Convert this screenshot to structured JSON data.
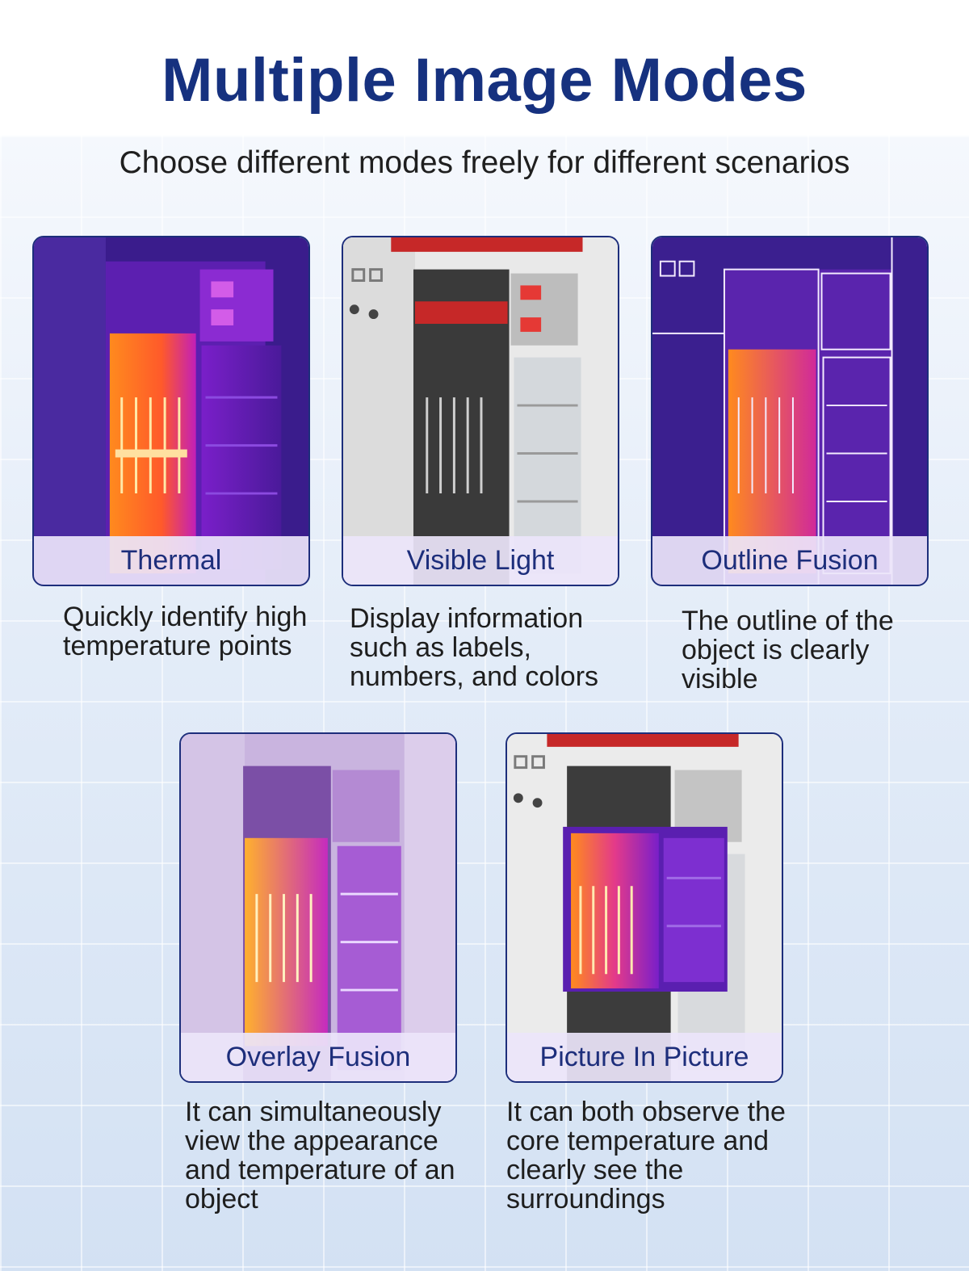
{
  "page": {
    "title": "Multiple Image Modes",
    "subtitle": "Choose different modes freely for different scenarios"
  },
  "modes": [
    {
      "label": "Thermal",
      "description": "Quickly identify high temperature points"
    },
    {
      "label": "Visible Light",
      "description": "Display information such as labels, numbers, and colors"
    },
    {
      "label": "Outline Fusion",
      "description": "The outline of the object is clearly visible"
    },
    {
      "label": "Overlay Fusion",
      "description": "It can simultaneously view the appearance and temperature of an object"
    },
    {
      "label": "Picture In Picture",
      "description": "It can both observe the core temperature and clearly see the surroundings"
    }
  ],
  "colors": {
    "title": "#16317f",
    "border": "#1d2e7b",
    "thermal_cold": "#2a1a7a",
    "thermal_mid": "#b61fd0",
    "thermal_hot": "#ff7a1a",
    "cabinet_gray": "#e6e6e6"
  }
}
